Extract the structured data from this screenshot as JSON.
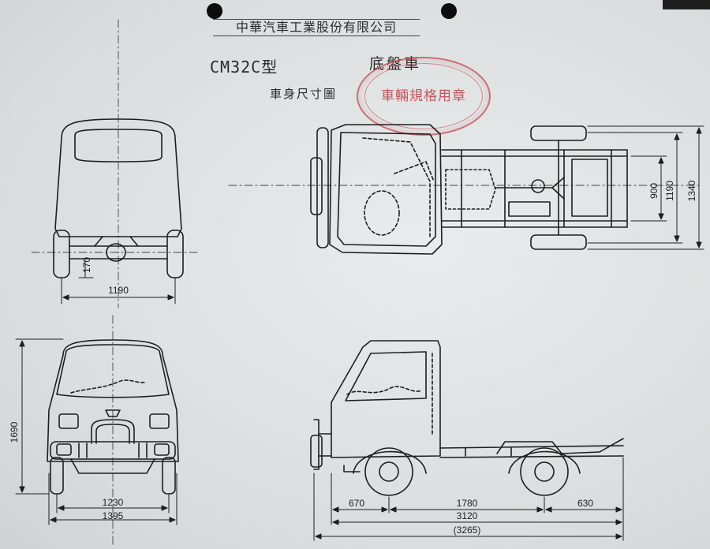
{
  "header": {
    "company": "中華汽車工業股份有限公司",
    "model": "CM32C型",
    "chassis": "底盤車",
    "drawing_title": "車身尺寸圖"
  },
  "stamp": {
    "text": "車輛規格用章"
  },
  "dimensions": {
    "rear_track": "1190",
    "ground_clearance": "170",
    "front_track": "1230",
    "overall_width": "1395",
    "overall_height": "1690",
    "front_overhang": "670",
    "wheelbase": "1780",
    "rear_overhang": "630",
    "chassis_length": "3120",
    "overall_length": "(3265)",
    "frame_width": "900",
    "tread_top": "1190",
    "overall_top_width": "1340"
  },
  "colors": {
    "paper": "#dfe2e2",
    "ink": "#1e1e1e",
    "stamp": "#c4464e"
  }
}
